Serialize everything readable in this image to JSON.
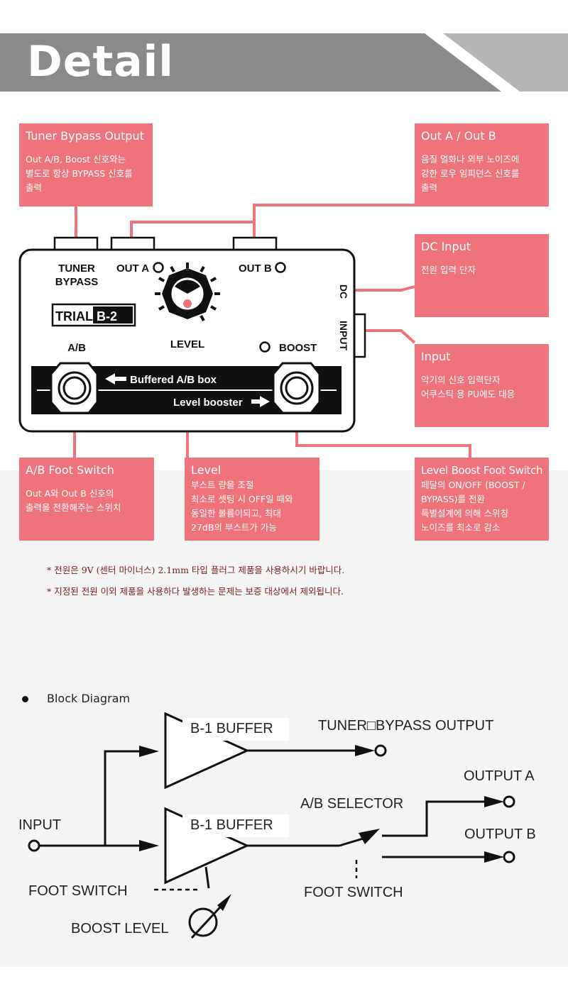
{
  "header": {
    "title": "Detail"
  },
  "pedal": {
    "brand_logo": "TRIAL",
    "model": "B-2",
    "tuner_label_1": "TUNER",
    "tuner_label_2": "BYPASS",
    "out_a": "OUT A",
    "out_b": "OUT B",
    "level": "LEVEL",
    "ab": "A/B",
    "boost": "BOOST",
    "dc": "DC",
    "input": "INPUT",
    "strip_top": "Buffered A/B box",
    "strip_bottom": "Level booster"
  },
  "callouts": {
    "tuner_bypass": {
      "title": "Tuner Bypass Output",
      "lines": [
        "Out A/B, Boost 신호와는",
        "별도로 항상 BYPASS 신호를",
        "출력"
      ]
    },
    "out_ab": {
      "title": "Out A / Out B",
      "lines": [
        "음질 열화나 외부 노이즈에",
        "강한 로우 임피던스 신호를",
        "출력"
      ]
    },
    "dc_input": {
      "title": "DC Input",
      "lines": [
        "전원 입력 단자"
      ]
    },
    "input": {
      "title": "Input",
      "lines": [
        "악기의 신호 입력단자",
        "어쿠스틱 용 PU에도 대응"
      ]
    },
    "ab_foot": {
      "title": "A/B Foot Switch",
      "lines": [
        "Out A와 Out B 신호의",
        "출력을 전환해주는 스위치"
      ]
    },
    "level": {
      "title": "Level",
      "lines": [
        "부스트 량을 조절",
        "최소로 셋팅 시 OFF일 때와",
        "동일한 볼륨이되고, 최대",
        "27dB의 부스트가 가능"
      ]
    },
    "boost_foot": {
      "title": "Level Boost Foot Switch",
      "lines": [
        "페달의 ON/OFF (BOOST /",
        "BYPASS)를 전환",
        "특별설계에 의해 스위칭",
        "노이즈를 최소로 감소"
      ]
    }
  },
  "notes": [
    "* 전원은 9V (센터 마이너스) 2.1mm 타입 플러그 제품을 사용하시기 바랍니다.",
    "* 지정된 전원 이외 제품을 사용하다 발생하는 문제는 보증 대상에서 제외됩니다."
  ],
  "block_diagram": {
    "title": "Block Diagram",
    "buffer1": "B-1 BUFFER",
    "buffer2": "B-1 BUFFER",
    "tuner_out": "TUNER□BYPASS OUTPUT",
    "output_a": "OUTPUT A",
    "output_b": "OUTPUT B",
    "ab_selector": "A/B SELECTOR",
    "input": "INPUT",
    "foot_switch_left": "FOOT SWITCH",
    "foot_switch_right": "FOOT SWITCH",
    "boost_level": "BOOST LEVEL"
  },
  "colors": {
    "accent": "#f0737b",
    "header_band": "#8a8a8a",
    "note_text": "#7a1c1c"
  }
}
